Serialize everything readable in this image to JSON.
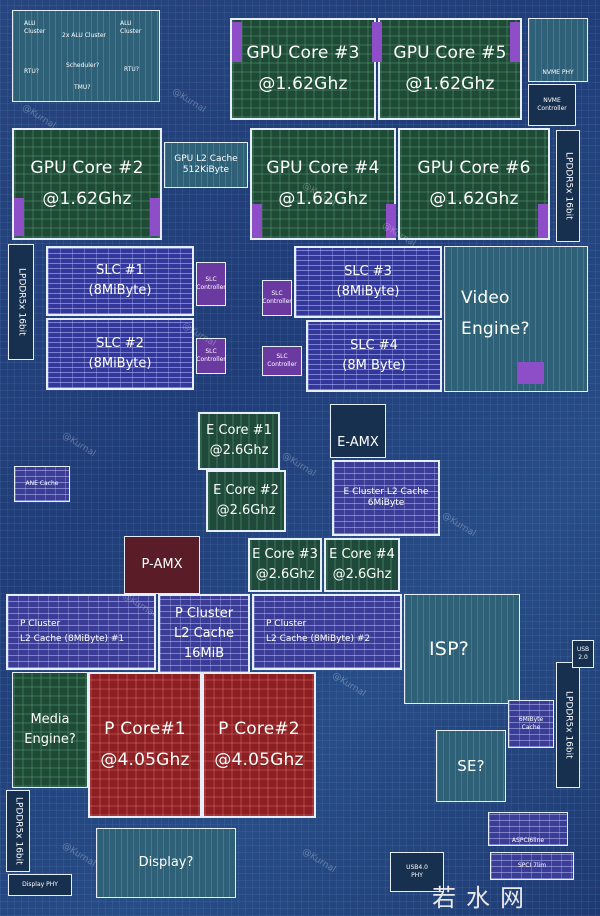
{
  "alu_cluster": {
    "alu_left": "ALU\nCluster",
    "cluster2x": "2x ALU Cluster",
    "alu_right": "ALU\nCluster",
    "rtu_left": "RTU?",
    "scheduler": "Scheduler?",
    "rtu_right": "RTU?",
    "tmu": "TMU?"
  },
  "gpu": {
    "core3_name": "GPU Core #3",
    "core3_freq": "@1.62Ghz",
    "core5_name": "GPU Core #5",
    "core5_freq": "@1.62Ghz",
    "core2_name": "GPU Core #2",
    "core2_freq": "@1.62Ghz",
    "core4_name": "GPU Core #4",
    "core4_freq": "@1.62Ghz",
    "core6_name": "GPU Core #6",
    "core6_freq": "@1.62Ghz",
    "l2_title": "GPU L2 Cache",
    "l2_size": "512KiByte"
  },
  "nvme": {
    "phy": "NVME PHY",
    "controller": "NVME\nController"
  },
  "lpddr": {
    "right_top": "LPDDR5x 16bit",
    "left_top": "LPDDR5x 16bit",
    "right_bottom": "LPDDR5x 16bit",
    "left_bottom": "LPDDR5x 16bit"
  },
  "slc": {
    "s1_name": "SLC #1",
    "s1_size": "(8MiByte)",
    "s2_name": "SLC #2",
    "s2_size": "(8MiByte)",
    "s3_name": "SLC #3",
    "s3_size": "(8MiByte)",
    "s4_name": "SLC #4",
    "s4_size": "(8M Byte)",
    "controller": "SLC\nController"
  },
  "video": {
    "line1": "Video",
    "line2": "Engine?"
  },
  "ecores": {
    "e1_name": "E Core #1",
    "e1_freq": "@2.6Ghz",
    "e2_name": "E Core #2",
    "e2_freq": "@2.6Ghz",
    "e3_name": "E Core #3",
    "e3_freq": "@2.6Ghz",
    "e4_name": "E Core #4",
    "e4_freq": "@2.6Ghz",
    "amx": "E-AMX",
    "l2_title": "E Cluster L2 Cache",
    "l2_size": "6MiByte"
  },
  "p_amx": "P-AMX",
  "anecache": "ANE Cache",
  "pcluster": {
    "l2_left": "P Cluster\nL2 Cache (8MiByte) #1",
    "l2_mid_1": "P Cluster",
    "l2_mid_2": "L2 Cache",
    "l2_mid_3": "16MiB",
    "l2_right": "P Cluster\nL2 Cache (8MiByte) #2",
    "core1_name": "P Core#1",
    "core1_freq": "@4.05Ghz",
    "core2_name": "P Core#2",
    "core2_freq": "@4.05Ghz"
  },
  "isp": "ISP?",
  "se": "SE?",
  "media": {
    "line1": "Media",
    "line2": "Engine?"
  },
  "display": "Display?",
  "display_phy": "Display PHY",
  "usb": {
    "usb20": "USB\n2.0",
    "usb4": "USB4.0\nPHY",
    "aspci": "ASPCI6line",
    "spci": "SPCI 7lim"
  },
  "cache6": "6MiByte\nCache",
  "watermark": "@Kurnal",
  "site_logo": "若水网",
  "colors": {
    "die_bg": "#203d78",
    "gpu_green": "#1e4a36",
    "slc_blue": "#33379a",
    "pcore_red": "#8c1f22",
    "accent_purple": "#8e4ec7",
    "outline": "#e6eefb"
  }
}
